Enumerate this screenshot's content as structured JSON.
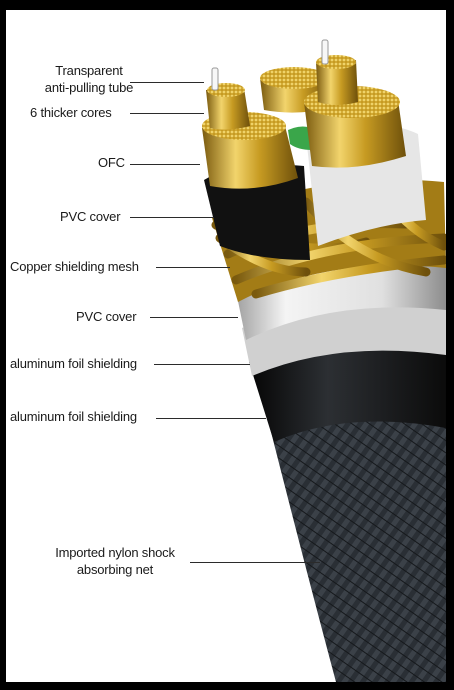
{
  "diagram": {
    "labels": [
      {
        "id": "tube",
        "lines": [
          "Transparent",
          "anti-pulling tube"
        ]
      },
      {
        "id": "cores",
        "lines": [
          "6 thicker cores"
        ]
      },
      {
        "id": "ofc",
        "lines": [
          "OFC"
        ]
      },
      {
        "id": "pvc1",
        "lines": [
          "PVC cover"
        ]
      },
      {
        "id": "mesh",
        "lines": [
          "Copper shielding mesh"
        ]
      },
      {
        "id": "pvc2",
        "lines": [
          "PVC cover"
        ]
      },
      {
        "id": "foil1",
        "lines": [
          "aluminum foil shielding"
        ]
      },
      {
        "id": "foil2",
        "lines": [
          "aluminum foil shielding"
        ]
      },
      {
        "id": "nylon",
        "lines": [
          "Imported nylon shock",
          "absorbing net"
        ]
      }
    ]
  },
  "colors": {
    "background": "#ffffff",
    "border": "#000000",
    "gold": "#d8b23a",
    "gold_dark": "#8a6a12",
    "pvc_white": "#e9e9e9",
    "jacket": "#1f2328"
  }
}
